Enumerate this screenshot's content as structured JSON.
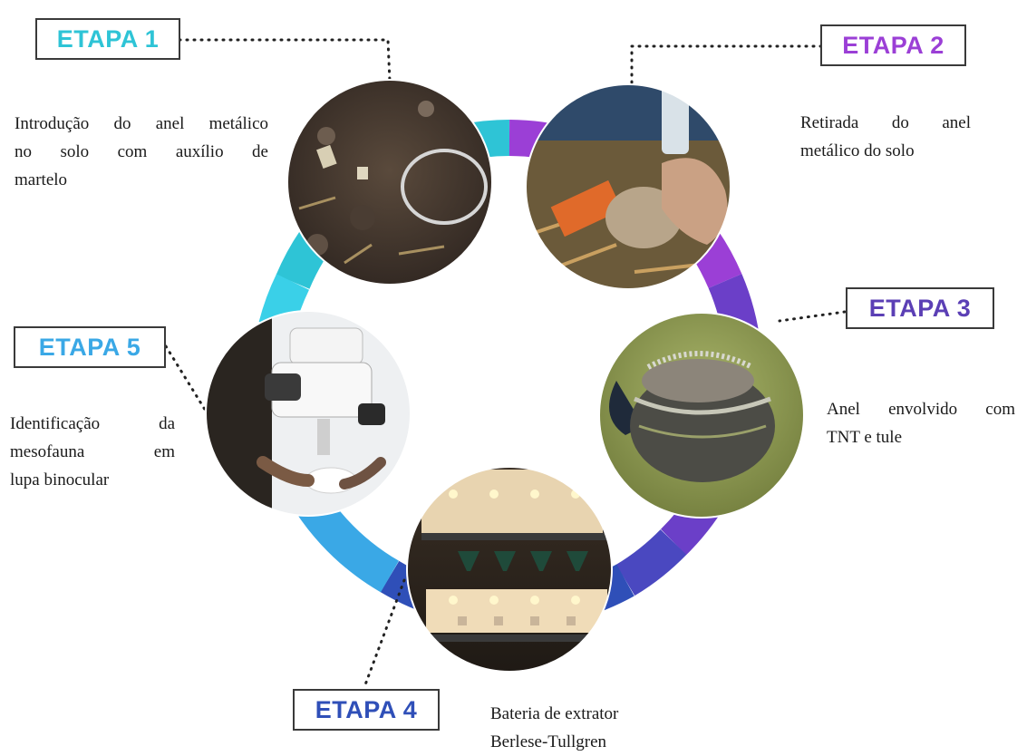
{
  "colors": {
    "etapa1": "#2ec4d6",
    "etapa2": "#9b3fd6",
    "etapa3": "#5b3fb5",
    "etapa4": "#2f4fb8",
    "etapa5": "#3aa8e6",
    "box_border": "#3a3a3a"
  },
  "stages": [
    {
      "label": "ETAPA 1",
      "description_lines": [
        "Introdução do anel metálico",
        "no solo com auxílio de",
        "martelo"
      ]
    },
    {
      "label": "ETAPA 2",
      "description_lines": [
        "Retirada do anel",
        "metálico do solo"
      ]
    },
    {
      "label": "ETAPA 3",
      "description_lines": [
        "Anel envolvido com",
        "TNT e tule"
      ]
    },
    {
      "label": "ETAPA 4",
      "description_lines": [
        "Bateria de extrator",
        "Berlese-Tullgren"
      ]
    },
    {
      "label": "ETAPA 5",
      "description_lines": [
        "Identificação da",
        "mesofauna em",
        "lupa binocular"
      ]
    }
  ],
  "photos": [
    {
      "icon": "soil-ring-photo"
    },
    {
      "icon": "hands-soil-sample-photo"
    },
    {
      "icon": "mesh-wrapped-ring-photo"
    },
    {
      "icon": "berlese-tullgren-extractor-photo"
    },
    {
      "icon": "binocular-microscope-photo"
    }
  ]
}
